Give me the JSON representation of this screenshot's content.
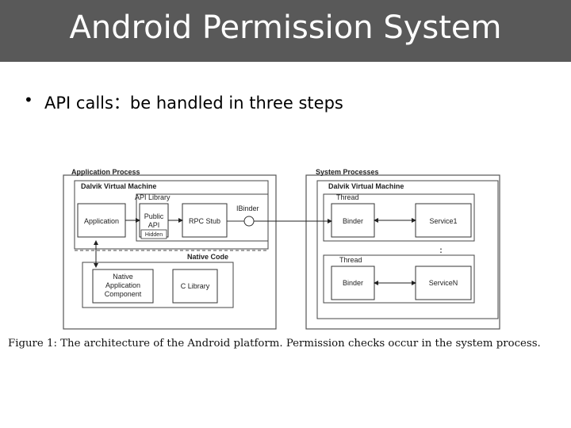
{
  "slide": {
    "title": "Android Permission System",
    "bullet": "API calls：be handled in three steps"
  },
  "diagram": {
    "app_process": "Application Process",
    "system_processes": "System Processes",
    "dalvik_vm_app": "Dalvik Virtual Machine",
    "dalvik_vm_sys": "Dalvik Virtual Machine",
    "api_library": "API Library",
    "application": "Application",
    "public_api_line1": "Public",
    "public_api_line2": "API",
    "hidden": "Hidden",
    "rpc_stub": "RPC Stub",
    "ibinder": "IBinder",
    "native_code": "Native Code",
    "native_app_line1": "Native",
    "native_app_line2": "Application",
    "native_app_line3": "Component",
    "c_library": "C Library",
    "thread1": "Thread",
    "thread2": "Thread",
    "binder1": "Binder",
    "binder2": "Binder",
    "service1": "Service1",
    "serviceN": "ServiceN",
    "dots": "⋮"
  },
  "caption": "Figure 1: The architecture of the Android platform. Permission checks occur in the system process."
}
